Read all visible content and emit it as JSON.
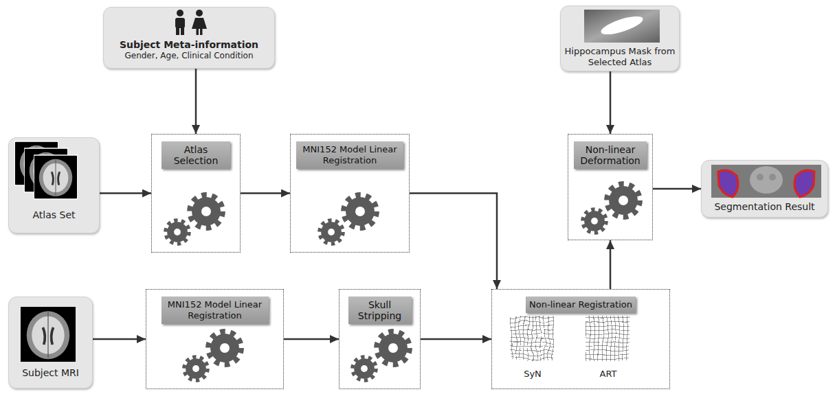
{
  "diagram": {
    "nodes": [
      {
        "text": [
          "Subject Meta-information",
          "Gender, Age, Clinical Condition"
        ]
      },
      {
        "text": [
          "Hippocampus Mask from Selected Atlas"
        ]
      },
      {
        "text": [
          "Atlas Set"
        ]
      },
      {
        "text": [
          "Atlas Selection"
        ]
      },
      {
        "text": [
          "MNI152 Model Linear Registration"
        ]
      },
      {
        "text": [
          "Non-linear Deformation"
        ]
      },
      {
        "text": [
          "Segmentation Result"
        ]
      },
      {
        "text": [
          "Subject MRI"
        ]
      },
      {
        "text": [
          "MNI152 Model Linear Registration"
        ]
      },
      {
        "text": [
          "Skull Stripping"
        ]
      },
      {
        "text": [
          "Non-linear Registration",
          "SyN",
          "ART"
        ]
      }
    ],
    "edges": [
      {
        "from": 0,
        "to": 3,
        "arrow": "to"
      },
      {
        "from": 2,
        "to": 3,
        "arrow": "to"
      },
      {
        "from": 3,
        "to": 4,
        "arrow": "to"
      },
      {
        "from": 4,
        "to": 10,
        "arrow": "to"
      },
      {
        "from": 7,
        "to": 8,
        "arrow": "to"
      },
      {
        "from": 8,
        "to": 9,
        "arrow": "to"
      },
      {
        "from": 9,
        "to": 10,
        "arrow": "to"
      },
      {
        "from": 10,
        "to": 5,
        "arrow": "to"
      },
      {
        "from": 1,
        "to": 5,
        "arrow": "to"
      },
      {
        "from": 5,
        "to": 6,
        "arrow": "to"
      }
    ]
  }
}
